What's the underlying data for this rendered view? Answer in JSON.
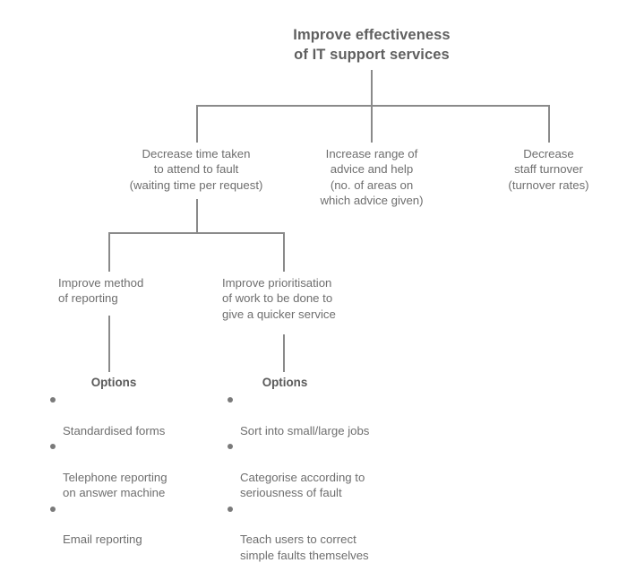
{
  "diagram": {
    "type": "objectives-tree",
    "line_color": "#8a8a8a",
    "text_color": "#6e6e6e",
    "background": "#ffffff",
    "root": {
      "label": "Improve effectiveness\nof IT support services"
    },
    "level2": [
      {
        "label": "Decrease time taken\nto attend to fault\n(waiting time per request)"
      },
      {
        "label": "Increase range of\nadvice and help\n(no. of areas on\nwhich advice given)"
      },
      {
        "label": "Decrease\nstaff turnover\n(turnover rates)"
      }
    ],
    "level3": [
      {
        "label": "Improve method\nof reporting"
      },
      {
        "label": "Improve prioritisation\nof work to be done to\ngive a quicker service"
      }
    ],
    "options_groups": [
      {
        "heading": "Options",
        "items": [
          "Standardised forms",
          "Telephone reporting\non answer machine",
          "Email reporting"
        ]
      },
      {
        "heading": "Options",
        "items": [
          "Sort into small/large jobs",
          "Categorise according to\nseriousness of fault",
          "Teach users to correct\nsimple faults themselves"
        ]
      }
    ]
  }
}
